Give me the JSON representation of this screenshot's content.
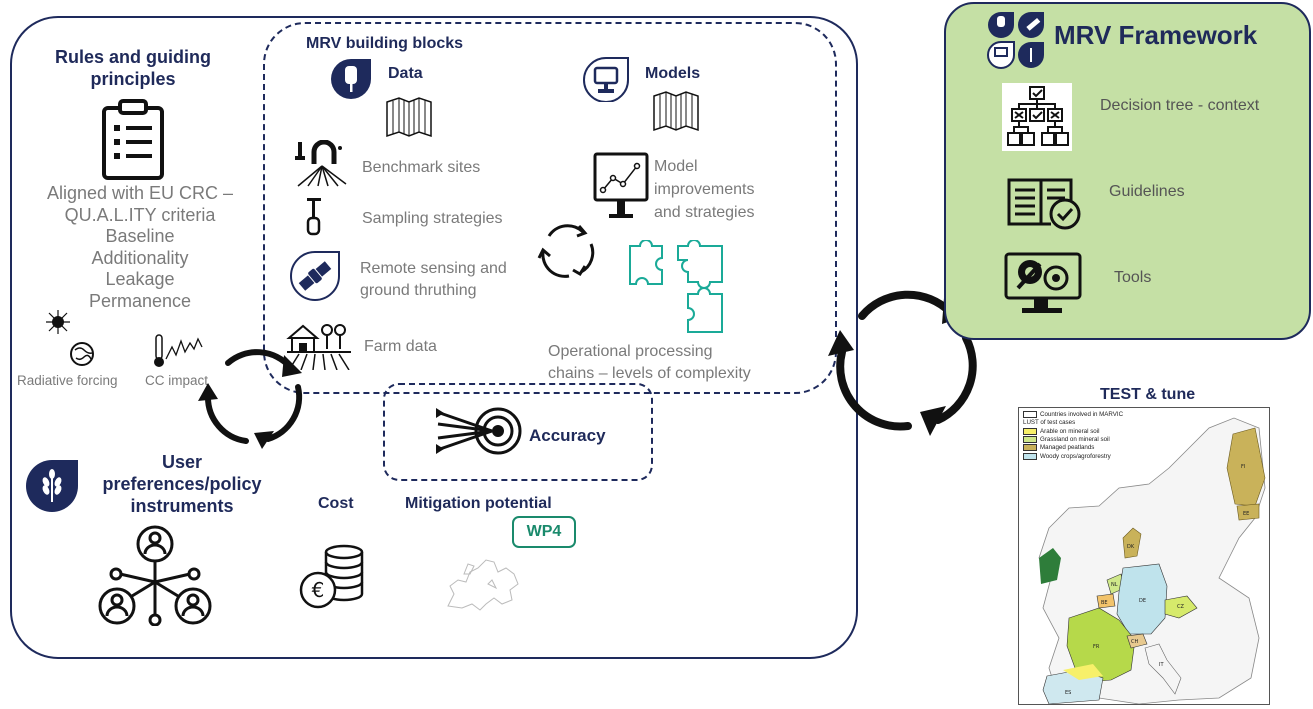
{
  "rules": {
    "title_line1": "Rules and guiding",
    "title_line2": "principles",
    "lines": [
      "Aligned with EU CRC –",
      "QU.A.L.ITY criteria",
      "Baseline",
      "Additionality",
      "Leakage",
      "Permanence"
    ],
    "radiative_forcing": "Radiative forcing",
    "cc_impact": "CC impact"
  },
  "mrv_blocks": {
    "title": "MRV building blocks",
    "data_title": "Data",
    "models_title": "Models",
    "benchmark": "Benchmark sites",
    "sampling": "Sampling strategies",
    "remote_line1": "Remote sensing and",
    "remote_line2": "ground thruthing",
    "farm": "Farm data",
    "model_imp_line1": "Model",
    "model_imp_line2": "improvements",
    "model_imp_line3": "and strategies",
    "operational_line1": "Operational processing",
    "operational_line2": "chains – levels of complexity"
  },
  "accuracy": "Accuracy",
  "user": {
    "line1": "User",
    "line2": "preferences/policy",
    "line3": "instruments"
  },
  "cost": "Cost",
  "mitigation": "Mitigation potential",
  "wp4": "WP4",
  "framework": {
    "title": "MRV Framework",
    "items": [
      "Decision tree - context",
      "Guidelines",
      "Tools"
    ]
  },
  "test": {
    "title": "TEST & tune",
    "legend": {
      "countries": "Countries involved in MARVIC",
      "lust": "LUST of test cases",
      "arable": "Arable on mineral soil",
      "grassland": "Grassland on mineral soil",
      "peatlands": "Managed peatlands",
      "woody": "Woody crops/agroforestry"
    },
    "country_labels": [
      "FI",
      "EE",
      "DK",
      "NL",
      "BE",
      "DE",
      "CZ",
      "FR",
      "CH",
      "IT",
      "ES"
    ]
  },
  "colors": {
    "navy": "#1e2a5c",
    "framework_bg": "#c5e0a5",
    "teal": "#1a8a6c",
    "grey_text": "#7a7a7a"
  }
}
